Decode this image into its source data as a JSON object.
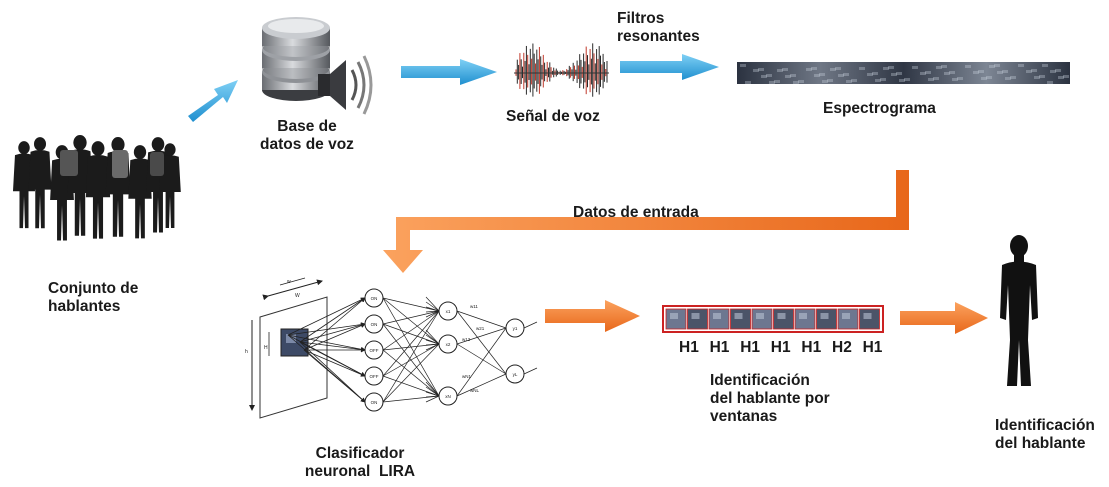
{
  "labels": {
    "speakers": [
      "Conjunto de",
      "hablantes"
    ],
    "database": [
      "Base de",
      "datos de voz"
    ],
    "voice_signal": "Señal de voz",
    "filters": [
      "Filtros",
      "resonantes"
    ],
    "spectrogram": "Espectrograma",
    "input_data": "Datos de entrada",
    "classifier": [
      "Clasificador",
      "neuronal  LIRA"
    ],
    "window_id": [
      "Identificación",
      "del hablante por",
      "ventanas"
    ],
    "speaker_id": [
      "Identificación",
      "del hablante"
    ]
  },
  "window_tags": [
    "H1",
    "H1",
    "H1",
    "H1",
    "H1",
    "H2",
    "H1"
  ],
  "network": {
    "layer1_nodes": [
      "ON",
      "ON",
      "OFF",
      "OFF",
      "ON"
    ],
    "layer2_nodes": [
      "x1",
      "x2",
      "xN"
    ],
    "output_nodes": [
      "y1",
      "yL"
    ],
    "weights": [
      "w11",
      "w21",
      "w12",
      "wN1",
      "wNL"
    ],
    "field_labels": [
      "w",
      "W",
      "h",
      "H"
    ]
  },
  "colors": {
    "blue_arrow": "#3aa6dd",
    "orange_arrow": "#f07b2a",
    "text": "#1a1a1a",
    "window_border": "#cc2222"
  }
}
